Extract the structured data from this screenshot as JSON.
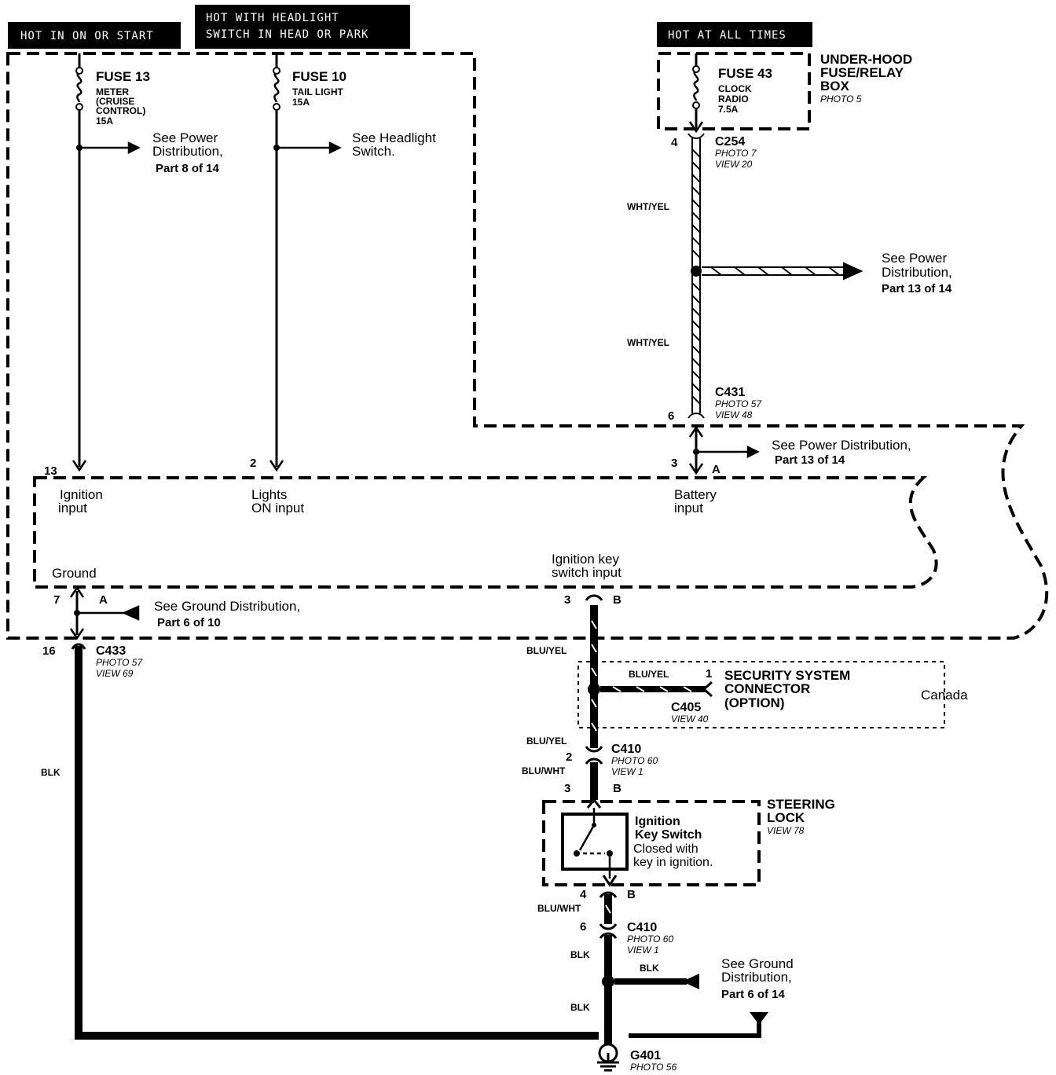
{
  "headers": {
    "ignition": "HOT IN ON OR START",
    "headlight_line1": "HOT WITH HEADLIGHT",
    "headlight_line2": "SWITCH IN HEAD OR PARK",
    "always": "HOT AT ALL TIMES"
  },
  "fuse_box": {
    "name_line1": "UNDER-HOOD",
    "name_line2": "FUSE/RELAY",
    "name_line3": "BOX",
    "photo": "PHOTO 5"
  },
  "fuses": {
    "f13": {
      "name": "FUSE 13",
      "desc1": "METER",
      "desc2": "(CRUISE",
      "desc3": "CONTROL)",
      "rating": "15A"
    },
    "f10": {
      "name": "FUSE 10",
      "desc1": "TAIL LIGHT",
      "rating": "15A"
    },
    "f43": {
      "name": "FUSE 43",
      "desc1": "CLOCK",
      "desc2": "RADIO",
      "rating": "7.5A"
    }
  },
  "refs": {
    "power8_l1": "See Power",
    "power8_l2": "Distribution,",
    "power8_l3": "Part 8 of 14",
    "headlight_l1": "See Headlight",
    "headlight_l2": "Switch.",
    "power13a_l1": "See Power",
    "power13a_l2": "Distribution,",
    "power13a_l3": "Part 13 of 14",
    "power13b_l1": "See Power Distribution,",
    "power13b_l2": "Part 13 of 14",
    "ground10_l1": "See Ground Distribution,",
    "ground10_l2": "Part 6 of 10",
    "ground14_l1": "See Ground",
    "ground14_l2": "Distribution,",
    "ground14_l3": "Part 6 of 14"
  },
  "connectors": {
    "c254": {
      "name": "C254",
      "photo": "PHOTO 7",
      "view": "VIEW 20",
      "pin": "4"
    },
    "c431": {
      "name": "C431",
      "photo": "PHOTO 57",
      "view": "VIEW 48",
      "pin": "6"
    },
    "c433": {
      "name": "C433",
      "photo": "PHOTO 57",
      "view": "VIEW 69",
      "pin": "16"
    },
    "c405": {
      "name": "C405",
      "view": "VIEW 40",
      "pin": "1"
    },
    "c410a": {
      "name": "C410",
      "photo": "PHOTO 60",
      "view": "VIEW 1",
      "pin": "2"
    },
    "c410b": {
      "name": "C410",
      "photo": "PHOTO 60",
      "view": "VIEW 1",
      "pin": "6"
    }
  },
  "wires": {
    "wht_yel": "WHT/YEL",
    "blu_yel": "BLU/YEL",
    "blu_wht": "BLU/WHT",
    "blk": "BLK"
  },
  "module_pins": {
    "ign_pin": "13",
    "ign_l1": "Ignition",
    "ign_l2": "input",
    "lights_pin": "2",
    "lights_l1": "Lights",
    "lights_l2": "ON input",
    "batt_pin": "3",
    "batt_conn": "A",
    "batt_l1": "Battery",
    "batt_l2": "input",
    "gnd_label": "Ground",
    "gnd_pin": "7",
    "gnd_conn": "A",
    "key_l1": "Ignition key",
    "key_l2": "switch input",
    "key_pin": "3",
    "key_conn": "B"
  },
  "security": {
    "l1": "SECURITY SYSTEM",
    "l2": "CONNECTOR",
    "l3": "(OPTION)",
    "region": "Canada"
  },
  "steering": {
    "l1": "STEERING",
    "l2": "LOCK",
    "view": "VIEW 78",
    "pin_top": "3",
    "conn_top": "B",
    "pin_bot": "4",
    "conn_bot": "B",
    "switch_l1": "Ignition",
    "switch_l2": "Key Switch",
    "switch_l3": "Closed with",
    "switch_l4": "key in ignition."
  },
  "ground": {
    "name": "G401",
    "photo": "PHOTO 56"
  }
}
